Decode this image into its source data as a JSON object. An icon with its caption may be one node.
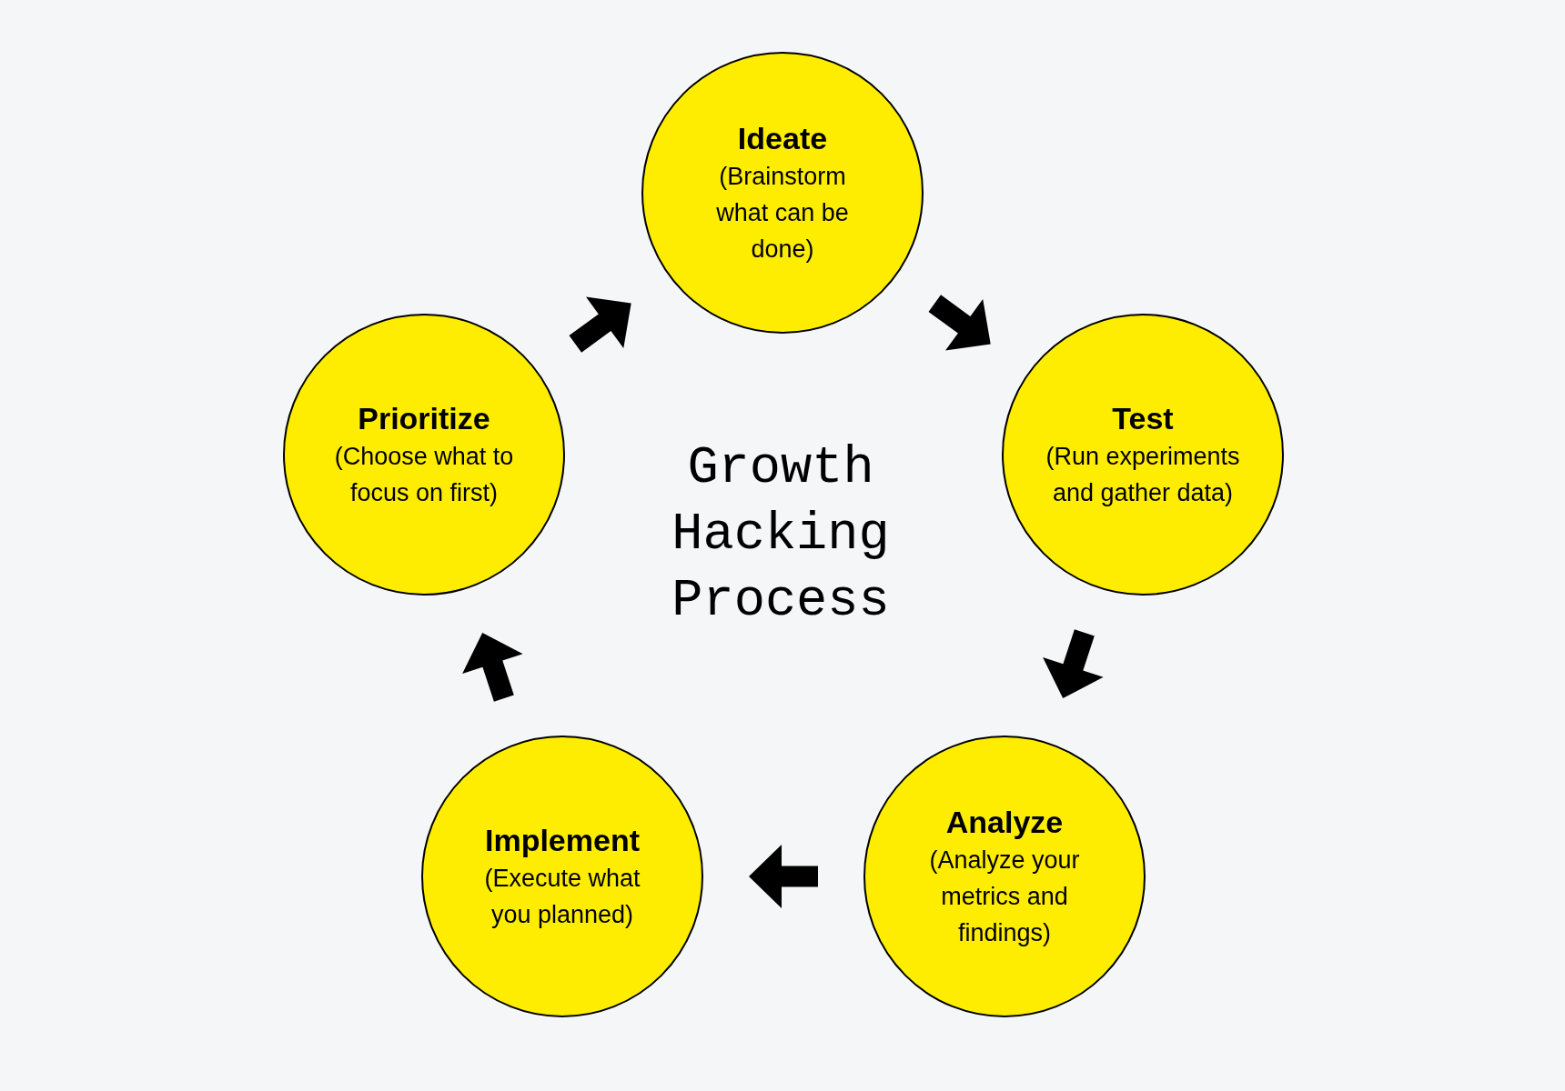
{
  "diagram": {
    "title": "Growth Hacking Process",
    "nodes": [
      {
        "text": [
          "Ideate",
          "(Brainstorm what can be done)"
        ]
      },
      {
        "text": [
          "Test",
          "(Run experiments and gather data)"
        ]
      },
      {
        "text": [
          "Analyze",
          "(Analyze your metrics and findings)"
        ]
      },
      {
        "text": [
          "Implement",
          "(Execute what you planned)"
        ]
      },
      {
        "text": [
          "Prioritize",
          "(Choose what to focus on first)"
        ]
      }
    ],
    "edges": [
      {
        "from": 0,
        "to": 1,
        "arrow": "to"
      },
      {
        "from": 1,
        "to": 2,
        "arrow": "to"
      },
      {
        "from": 2,
        "to": 3,
        "arrow": "to"
      },
      {
        "from": 3,
        "to": 4,
        "arrow": "to"
      },
      {
        "from": 4,
        "to": 0,
        "arrow": "to"
      }
    ]
  }
}
